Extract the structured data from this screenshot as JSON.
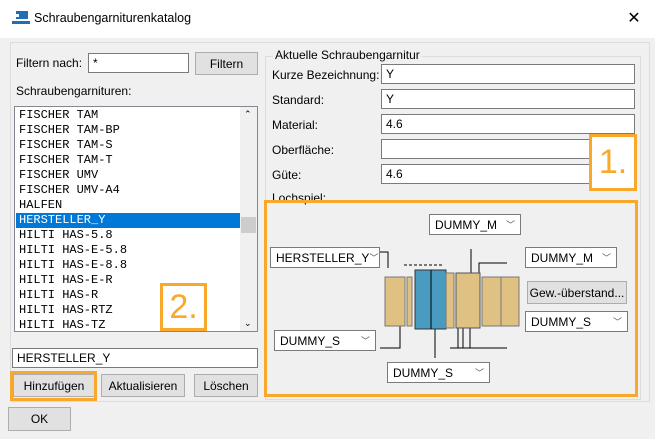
{
  "window": {
    "title": "Schraubengarniturenkatalog",
    "close": "✕",
    "app_icon": "app-icon"
  },
  "filter": {
    "label": "Filtern nach:",
    "value": "*",
    "button": "Filtern"
  },
  "list": {
    "label": "Schraubengarnituren:",
    "items": [
      "FISCHER TAM",
      "FISCHER TAM-BP",
      "FISCHER TAM-S",
      "FISCHER TAM-T",
      "FISCHER UMV",
      "FISCHER UMV-A4",
      "HALFEN",
      "HERSTELLER_Y",
      "HILTI HAS-5.8",
      "HILTI HAS-E-5.8",
      "HILTI HAS-E-8.8",
      "HILTI HAS-E-R",
      "HILTI HAS-R",
      "HILTI HAS-RTZ",
      "HILTI HAS-TZ"
    ],
    "selected": "HERSTELLER_Y"
  },
  "name_input": {
    "value": "HERSTELLER_Y"
  },
  "buttons": {
    "add": "Hinzufügen",
    "update": "Aktualisieren",
    "delete": "Löschen",
    "ok": "OK"
  },
  "current": {
    "legend": "Aktuelle Schraubengarnitur",
    "fields": [
      {
        "label": "Kurze Bezeichnung:",
        "value": "Y"
      },
      {
        "label": "Standard:",
        "value": "Y"
      },
      {
        "label": "Material:",
        "value": "4.6"
      },
      {
        "label": "Oberfläche:",
        "value": ""
      },
      {
        "label": "Güte:",
        "value": "4.6"
      },
      {
        "label": "Lochspiel:",
        "value": ""
      }
    ]
  },
  "assembly": {
    "top_combo": "DUMMY_M",
    "left_combo": "HERSTELLER_Y",
    "right_combo": "DUMMY_M",
    "thread_button": "Gew.-überstand...",
    "right_lower_combo": "DUMMY_S",
    "left_lower_combo": "DUMMY_S",
    "bottom_combo": "DUMMY_S"
  },
  "annotations": {
    "one": "1.",
    "two": "2.",
    "color": "#f8a82a"
  }
}
